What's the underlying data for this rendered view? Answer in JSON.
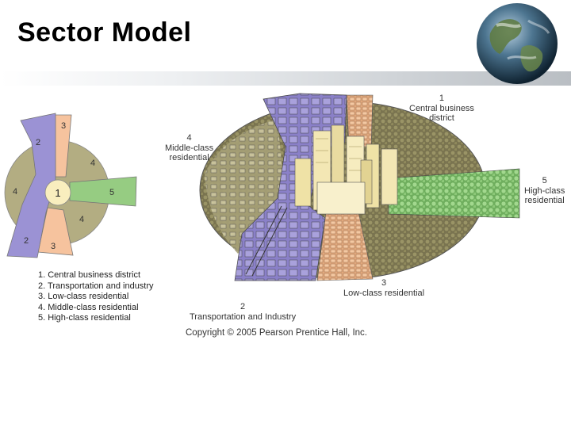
{
  "slide": {
    "title": "Sector Model"
  },
  "small_diagram": {
    "numbers": [
      "3",
      "2",
      "4",
      "4",
      "1",
      "5",
      "4",
      "2",
      "3"
    ]
  },
  "legend": [
    "1. Central business district",
    "2. Transportation and industry",
    "3. Low-class residential",
    "4. Middle-class residential",
    "5. High-class residential"
  ],
  "labels": {
    "cbd": {
      "num": "1",
      "line1": "Central business",
      "line2": "district"
    },
    "middle": {
      "num": "4",
      "line1": "Middle-class",
      "line2": "residential"
    },
    "high": {
      "num": "5",
      "line1": "High-class",
      "line2": "residential"
    },
    "low": {
      "num": "3",
      "line1": "Low-class residential"
    },
    "transport": {
      "num": "2",
      "line1": "Transportation and Industry"
    }
  },
  "copyright": "Copyright © 2005 Pearson Prentice Hall, Inc.",
  "colors": {
    "middle_class": "#b3ad82",
    "transport": "#9b92d4",
    "low_class": "#f6c39e",
    "high_class": "#96cc82",
    "cbd": "#f9eebe"
  }
}
